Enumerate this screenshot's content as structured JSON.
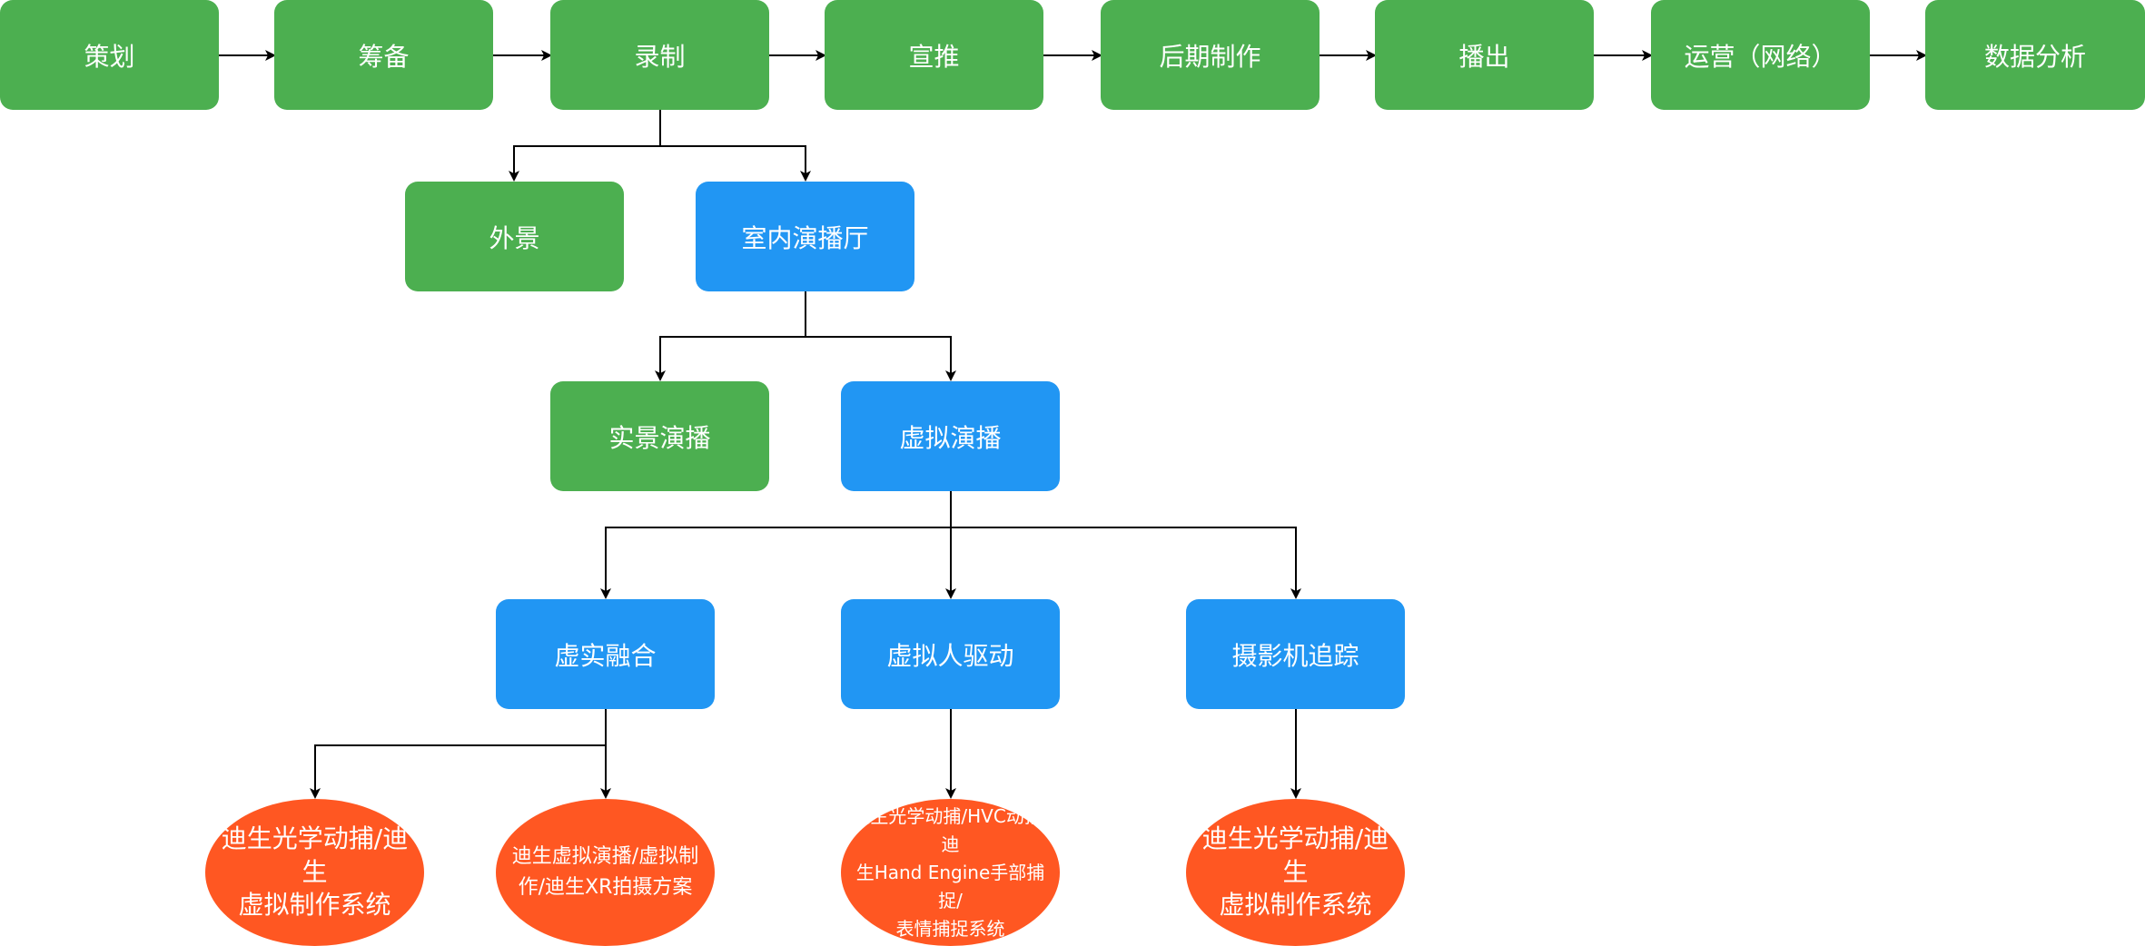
{
  "colors": {
    "green": "#4caf50",
    "blue": "#2196f3",
    "orange": "#ff5722",
    "line": "#000000"
  },
  "top_flow": [
    "策划",
    "筹备",
    "录制",
    "宣推",
    "后期制作",
    "播出",
    "运营（网络）",
    "数据分析"
  ],
  "recording": {
    "outdoor": "外景",
    "indoor_studio": "室内演播厅"
  },
  "studio": {
    "real_scene": "实景演播",
    "virtual": "虚拟演播"
  },
  "virtual": {
    "mixed_reality": "虚实融合",
    "avatar_driving": "虚拟人驱动",
    "camera_tracking": "摄影机追踪"
  },
  "solutions": {
    "mr_optical": [
      "迪生光学动捕/迪生",
      "虚拟制作系统"
    ],
    "mr_xr": [
      "迪生虚拟演播/虚拟制",
      "作/迪生XR拍摄方案"
    ],
    "avatar": [
      "迪生光学动捕/HVC动捕/迪",
      "生Hand Engine手部捕捉/",
      "表情捕捉系统"
    ],
    "camera": [
      "迪生光学动捕/迪生",
      "虚拟制作系统"
    ]
  }
}
